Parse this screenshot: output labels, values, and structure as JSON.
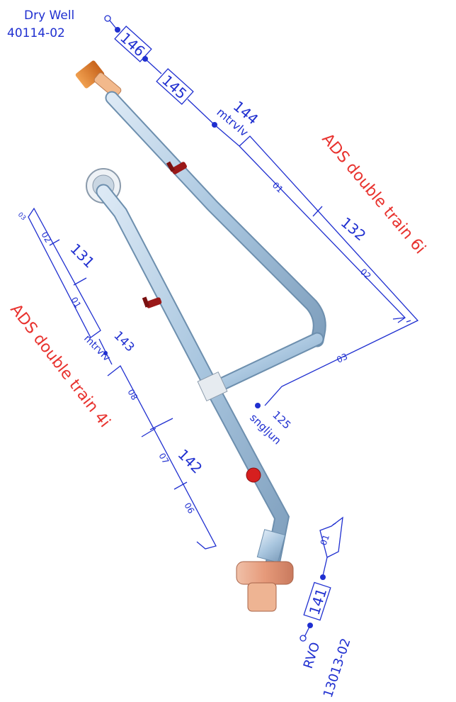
{
  "labels": {
    "dry_well": "Dry Well",
    "dry_well_num": "40114-02",
    "seg_146": "146",
    "seg_145": "145",
    "seg_144": "144",
    "mtrvlv_144": "mtrvlv",
    "seg_132": "132",
    "sub_01_132": "01",
    "sub_02_132": "02",
    "sub_03_132": "03",
    "seg_125": "125",
    "sngljun": "sngljun",
    "seg_131": "131",
    "sub_03_131": "03",
    "sub_02_131": "02",
    "sub_01_131": "01",
    "seg_143": "143",
    "mtrvlv_143": "mtrvlv",
    "seg_142": "142",
    "sub_08_142": "08",
    "sub_07_142": "07",
    "sub_06_142": "06",
    "seg_141": "141",
    "sub_01_141": "01",
    "rvo": "RVO",
    "rvo_num": "13013-02",
    "ads_6i": "ADS double train 6i",
    "ads_4i": "ADS double train 4i"
  },
  "colors": {
    "cad_blue": "#1f2fd0",
    "cad_red": "#e8322e",
    "pipe": "#a9c6df",
    "pipe_edge": "#6d8fae",
    "flange_orange": "#e07b2a",
    "valve_red": "#cc1f1f"
  }
}
